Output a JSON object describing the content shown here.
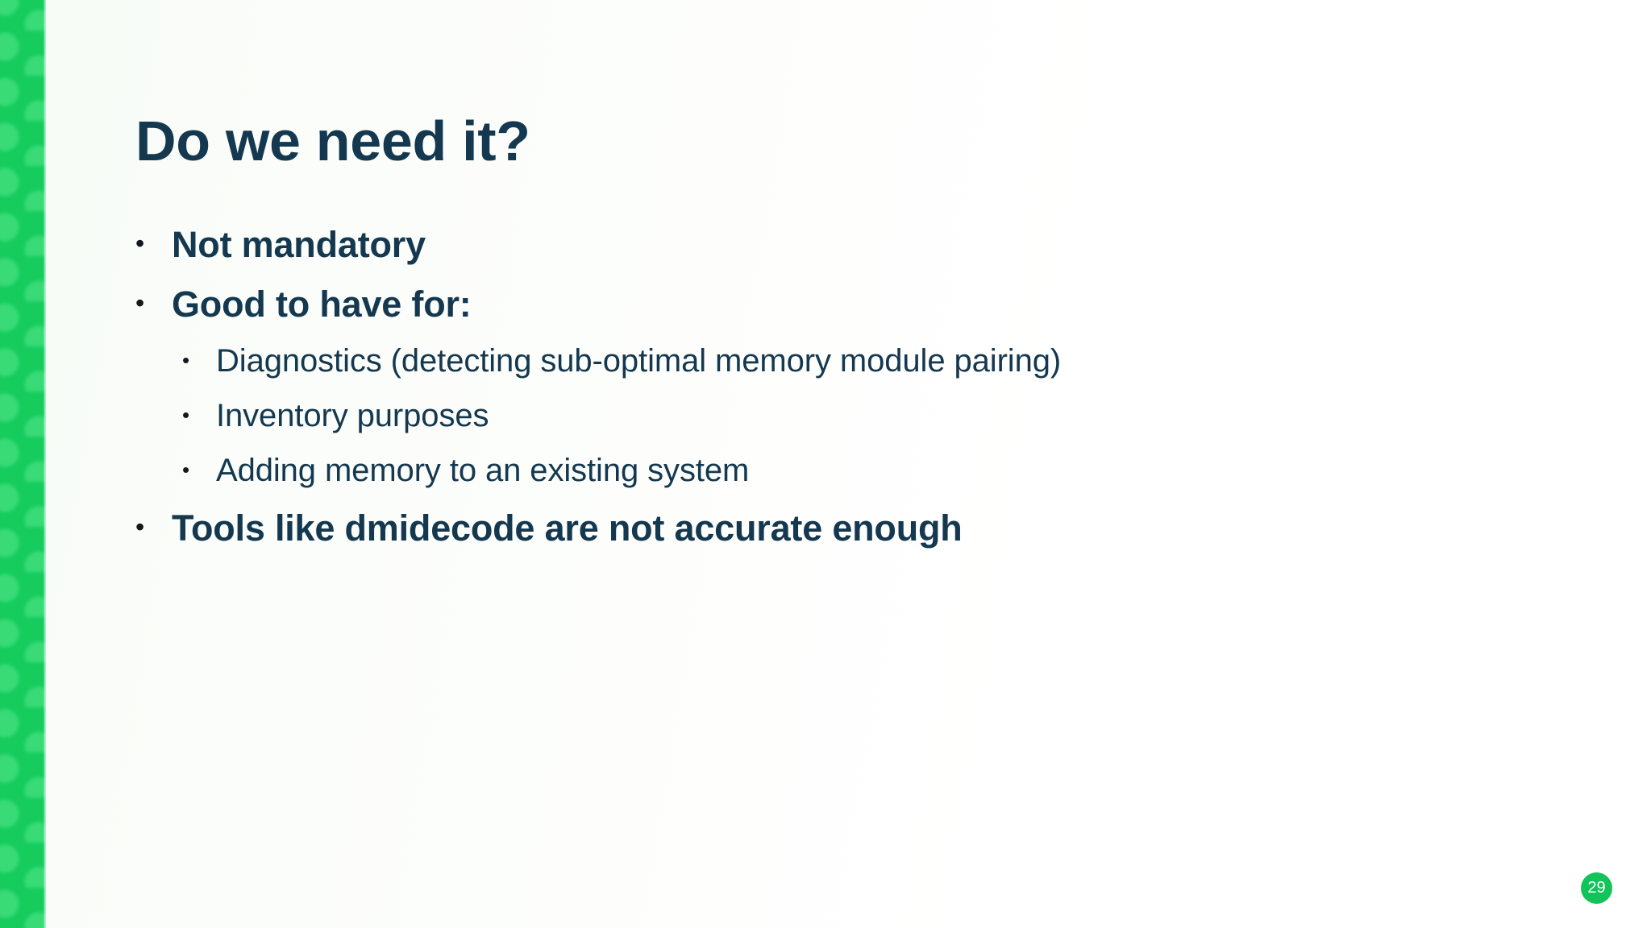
{
  "slide": {
    "title": "Do we need it?",
    "page_number": "29",
    "colors": {
      "accent_green": "#15cc5d",
      "badge_green": "#12c35a",
      "heading_navy": "#14384f",
      "body_navy": "#14384f",
      "bullet_marker": "#111820",
      "background": "#ffffff"
    },
    "bullets": [
      {
        "level": 1,
        "marker": "•",
        "text": "Not mandatory"
      },
      {
        "level": 1,
        "marker": "•",
        "text": "Good to have for:"
      },
      {
        "level": 2,
        "marker": "•",
        "text": "Diagnostics (detecting sub-optimal memory module pairing)"
      },
      {
        "level": 2,
        "marker": "•",
        "text": "Inventory purposes"
      },
      {
        "level": 2,
        "marker": "•",
        "text": "Adding memory to an existing system"
      },
      {
        "level": 1,
        "marker": "•",
        "text": "Tools like dmidecode are not accurate enough"
      }
    ]
  }
}
